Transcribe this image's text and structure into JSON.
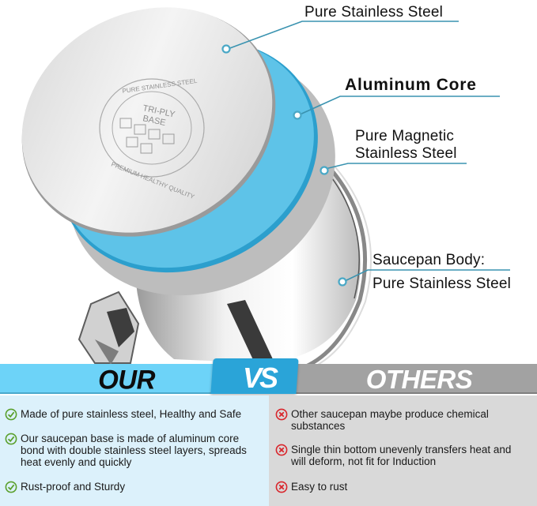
{
  "callouts": {
    "top": "Pure Stainless Steel",
    "aluminum": "Aluminum Core",
    "magnetic_line1": "Pure Magnetic",
    "magnetic_line2": "Stainless Steel",
    "body_line1": "Saucepan Body:",
    "body_line2": "Pure Stainless Steel"
  },
  "base_stamp": {
    "ring_top": "PURE STAINLESS STEEL",
    "ring_bottom": "PREMIUM HEALTHY QUALITY",
    "center_line1": "TRI-PLY",
    "center_line2": "BASE"
  },
  "banner": {
    "left_label": "OUR",
    "vs_label": "VS",
    "right_label": "OTHERS"
  },
  "ours": {
    "icon": "check-circle-icon",
    "items": [
      "Made of pure stainless steel, Healthy and Safe",
      "Our saucepan base is made of aluminum core\nbond with double stainless steel layers, spreads\nheat evenly and quickly",
      "Rust-proof and Sturdy"
    ]
  },
  "others": {
    "icon": "x-circle-icon",
    "items": [
      "Other saucepan maybe produce chemical\nsubstances",
      "Single thin bottom unevenly transfers heat and\nwill deform, not fit for Induction",
      "Easy to rust"
    ]
  },
  "colors": {
    "accent_blue": "#6dd3f8",
    "vs_blue": "#2aa4d8",
    "core_blue": "#5ec3e8",
    "leader_line": "#3a93b0",
    "others_gray": "#a2a2a2",
    "check_green": "#5aa02c",
    "x_red": "#d9262c",
    "panel_left_bg": "#dcf1fb",
    "panel_right_bg": "#d9d9d9"
  }
}
